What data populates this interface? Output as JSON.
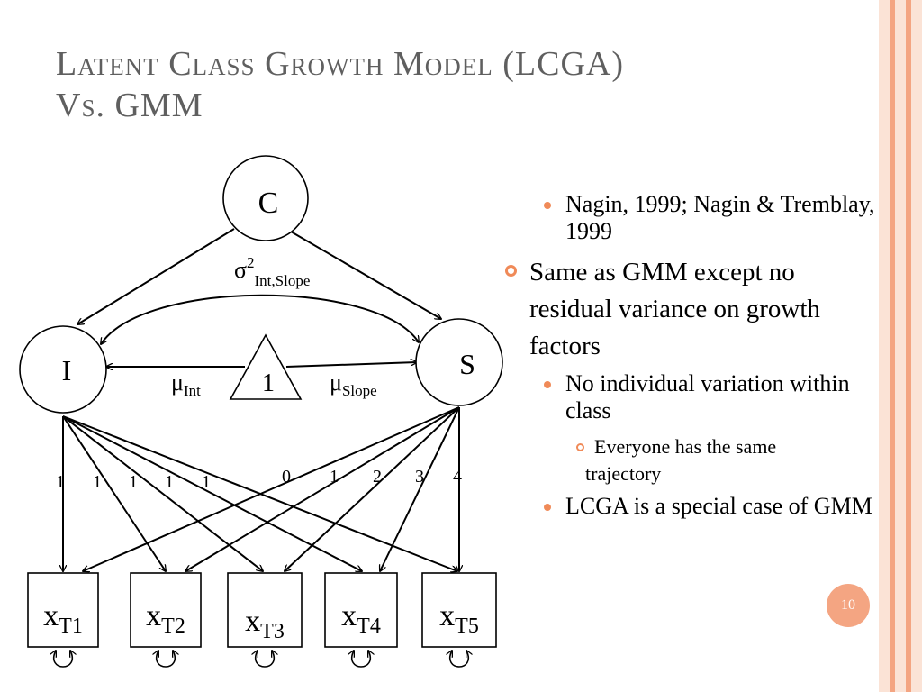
{
  "slide": {
    "title_line1": "Latent Class Growth Model (LCGA)",
    "title_line2": "Vs. GMM",
    "page_number": "10"
  },
  "diagram": {
    "nodes": {
      "class": "C",
      "intercept": "I",
      "slope": "S",
      "constant": "1"
    },
    "covariance_symbol": "σ",
    "covariance_sup": "2",
    "covariance_sub": "Int,Slope",
    "mu_symbol": "μ",
    "mu_int_sub": "Int",
    "mu_slope_sub": "Slope",
    "intercept_loadings": [
      "1",
      "1",
      "1",
      "1",
      "1"
    ],
    "slope_loadings": [
      "0",
      "1",
      "2",
      "3",
      "4"
    ],
    "indicator_letter": "x",
    "indicators": [
      "T1",
      "T2",
      "T3",
      "T4",
      "T5"
    ]
  },
  "bullets": [
    {
      "level": 1,
      "text": "Nagin, 1999; Nagin & Tremblay, 1999"
    },
    {
      "level": 0,
      "text": "Same as GMM except no residual variance on growth factors"
    },
    {
      "level": 1,
      "text": "No individual variation within class"
    },
    {
      "level": 2,
      "line1": "Everyone has the same",
      "line2": "trajectory"
    },
    {
      "level": 1,
      "text": "LCGA is a special case of GMM"
    }
  ],
  "colors": {
    "accent": "#f4a582",
    "title": "#5f5f5f",
    "bullet": "#f08a58"
  }
}
